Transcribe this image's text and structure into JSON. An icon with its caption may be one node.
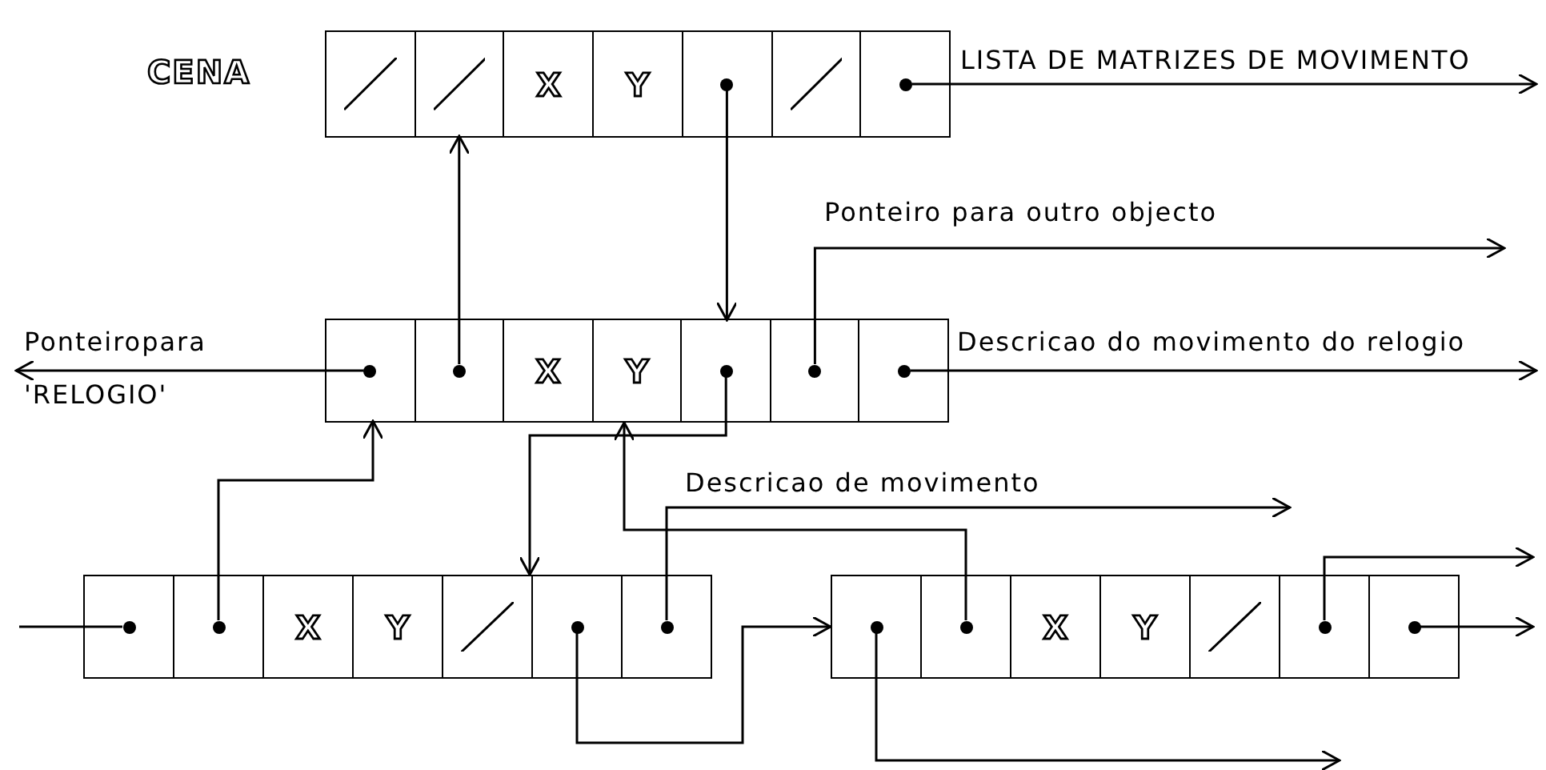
{
  "diagram": {
    "nodes": [
      {
        "text": [],
        "shape": "box",
        "beside": [
          "CENA"
        ]
      },
      {
        "text": [],
        "shape": "slash",
        "in": 0
      },
      {
        "text": [],
        "shape": "slash",
        "in": 0
      },
      {
        "text": [
          "X"
        ],
        "in": 0
      },
      {
        "text": [
          "Y"
        ],
        "in": 0
      },
      {
        "text": [],
        "shape": "box",
        "in": 0
      },
      {
        "text": [],
        "shape": "dot",
        "in": 5
      },
      {
        "text": [],
        "shape": "slash",
        "in": 0
      },
      {
        "text": [],
        "shape": "box",
        "in": 0
      },
      {
        "text": [],
        "shape": "dot",
        "in": 8
      },
      {
        "text": [],
        "shape": "box"
      },
      {
        "text": [],
        "shape": "box",
        "in": 10
      },
      {
        "text": [],
        "shape": "dot",
        "in": 11
      },
      {
        "text": [],
        "shape": "box",
        "in": 10
      },
      {
        "text": [],
        "shape": "dot",
        "in": 13
      },
      {
        "text": [
          "X"
        ],
        "in": 10
      },
      {
        "text": [
          "Y"
        ],
        "in": 10
      },
      {
        "text": [],
        "shape": "box",
        "in": 10
      },
      {
        "text": [],
        "shape": "dot",
        "in": 17
      },
      {
        "text": [],
        "shape": "box",
        "in": 10
      },
      {
        "text": [],
        "shape": "dot",
        "in": 19
      },
      {
        "text": [],
        "shape": "box",
        "in": 10
      },
      {
        "text": [],
        "shape": "dot",
        "in": 21
      },
      {
        "text": [],
        "shape": "box"
      },
      {
        "text": [],
        "shape": "box",
        "in": 23
      },
      {
        "text": [],
        "shape": "dot",
        "in": 24
      },
      {
        "text": [],
        "shape": "box",
        "in": 23
      },
      {
        "text": [],
        "shape": "dot",
        "in": 26
      },
      {
        "text": [
          "X"
        ],
        "in": 23
      },
      {
        "text": [
          "Y"
        ],
        "in": 23
      },
      {
        "text": [],
        "shape": "slash",
        "in": 23
      },
      {
        "text": [],
        "shape": "box",
        "in": 23
      },
      {
        "text": [],
        "shape": "dot",
        "in": 31
      },
      {
        "text": [],
        "shape": "box",
        "in": 23
      },
      {
        "text": [],
        "shape": "dot",
        "in": 33
      },
      {
        "text": [],
        "shape": "box"
      },
      {
        "text": [],
        "shape": "box",
        "in": 35
      },
      {
        "text": [],
        "shape": "dot",
        "in": 36
      },
      {
        "text": [],
        "shape": "box",
        "in": 35
      },
      {
        "text": [],
        "shape": "dot",
        "in": 38
      },
      {
        "text": [
          "X"
        ],
        "in": 35
      },
      {
        "text": [
          "Y"
        ],
        "in": 35
      },
      {
        "text": [],
        "shape": "slash",
        "in": 35
      },
      {
        "text": [],
        "shape": "box",
        "in": 35
      },
      {
        "text": [],
        "shape": "dot",
        "in": 43
      },
      {
        "text": [],
        "shape": "box",
        "in": 35
      },
      {
        "text": [],
        "shape": "dot",
        "in": 45
      }
    ],
    "edges": [
      {
        "from": 9,
        "to": null,
        "arrow": "to",
        "label": "LISTA DE MATRIZES DE MOVIMENTO"
      },
      {
        "from": 6,
        "to": 17,
        "arrow": "to"
      },
      {
        "from": 14,
        "to": 2,
        "arrow": "to"
      },
      {
        "from": 12,
        "to": null,
        "arrow": "to",
        "label": "Ponteiropara 'RELOGIO'"
      },
      {
        "from": 20,
        "to": null,
        "arrow": "to",
        "label": "Ponteiro para outro objecto"
      },
      {
        "from": 22,
        "to": null,
        "arrow": "to",
        "label": "Descricao do movimento do relogio"
      },
      {
        "from": 18,
        "to": 23,
        "arrow": "to"
      },
      {
        "from": 27,
        "to": 11,
        "arrow": "to"
      },
      {
        "from": 39,
        "to": 10,
        "arrow": "to"
      },
      {
        "from": 34,
        "to": null,
        "arrow": "to",
        "label": "Descricao de movimento"
      },
      {
        "from": null,
        "to": 25,
        "arrow": "none"
      },
      {
        "from": 32,
        "to": 35,
        "arrow": "to"
      },
      {
        "from": 37,
        "to": null,
        "arrow": "to"
      },
      {
        "from": 44,
        "to": null,
        "arrow": "to"
      },
      {
        "from": 46,
        "to": null,
        "arrow": "to"
      }
    ]
  }
}
